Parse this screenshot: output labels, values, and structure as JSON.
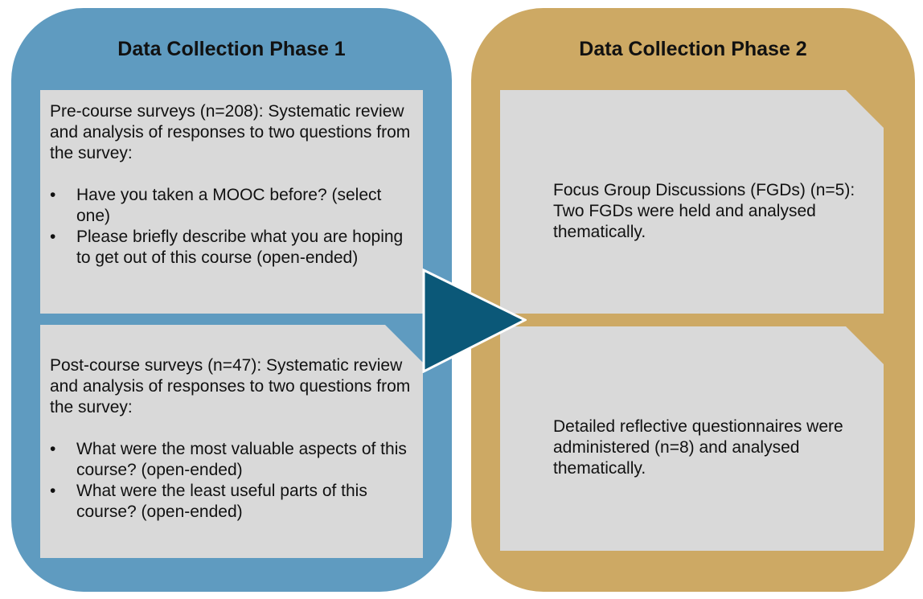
{
  "phase1": {
    "title": "Data Collection Phase 1",
    "cards": [
      {
        "intro": "Pre-course surveys (n=208): Systematic review and analysis of responses to two questions from the survey:",
        "bullets": [
          "Have you taken a MOOC before? (select one)",
          "Please briefly describe what you are hoping to get out of this course (open-ended)"
        ]
      },
      {
        "intro": "Post-course surveys (n=47): Systematic review and analysis of responses to two questions from the survey:",
        "bullets": [
          "What were the most valuable aspects of this course? (open-ended)",
          "What were the least useful parts of this course? (open-ended)"
        ]
      }
    ]
  },
  "phase2": {
    "title": "Data Collection Phase 2",
    "cards": [
      {
        "text": "Focus Group Discussions (FGDs) (n=5): Two FGDs were held and analysed thematically."
      },
      {
        "text": "Detailed reflective questionnaires were administered (n=8) and analysed thematically."
      }
    ]
  },
  "colors": {
    "phase1_bg": "#5f9bc0",
    "phase2_bg": "#cda964",
    "card_bg": "#d9d9d9",
    "arrow": "#0b5878"
  },
  "icons": {
    "arrow": "right-triangle-arrow-icon"
  }
}
